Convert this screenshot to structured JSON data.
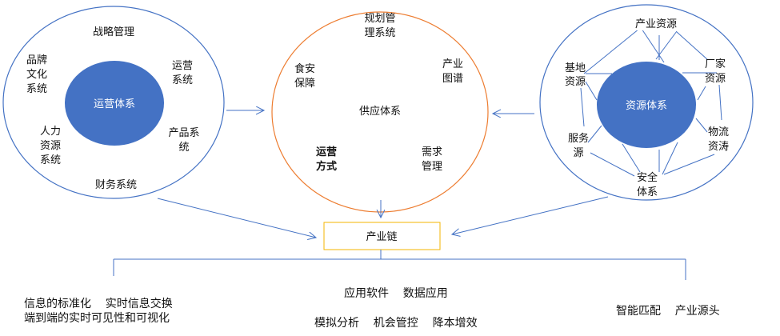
{
  "colors": {
    "blue_fill": "#4472c4",
    "line_blue": "#4472c4",
    "orange": "#ed7d31",
    "box_border": "#f4b400"
  },
  "left": {
    "center": "运营体系",
    "strategy": "战略管理",
    "brand": [
      "品牌",
      "文化",
      "系统"
    ],
    "ops": [
      "运营",
      "系统"
    ],
    "hr": [
      "人力",
      "资源",
      "系统"
    ],
    "product": [
      "产品系",
      "统"
    ],
    "finance": "财务系统"
  },
  "middle": {
    "center": "供应体系",
    "planning": [
      "规划管",
      "理系统"
    ],
    "food_safety": [
      "食安",
      "保障"
    ],
    "industry_map": [
      "产业",
      "图谱"
    ],
    "ops_mode": [
      "运营",
      "方式"
    ],
    "demand": [
      "需求",
      "管理"
    ]
  },
  "right": {
    "center": "资源体系",
    "industry_resource": "产业资源",
    "base": [
      "基地",
      "资源"
    ],
    "vendor": [
      "厂家",
      "资源"
    ],
    "logistics": [
      "物流",
      "资涛"
    ],
    "service": [
      "服务",
      "源"
    ],
    "security": [
      "安全",
      "体系"
    ]
  },
  "chain": "产业链",
  "bottom": {
    "left_line1": "信息的标准化    实时信息交换",
    "left_line2": "端到端的实时可见性和可视化",
    "mid_line1": "应用软件    数据应用",
    "mid_line2": "模拟分析    机会管控    降本增效",
    "right_line1": "智能匹配    产业源头"
  }
}
